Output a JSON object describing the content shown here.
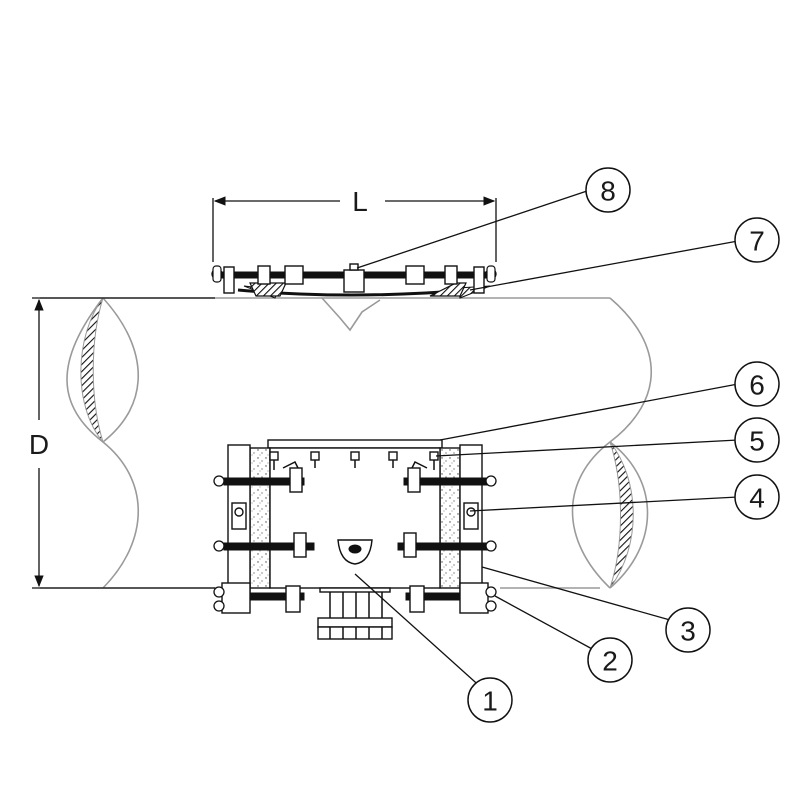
{
  "diagram": {
    "dimensions": {
      "length_label": "L",
      "diameter_label": "D"
    },
    "callouts": [
      "1",
      "2",
      "3",
      "4",
      "5",
      "6",
      "7",
      "8"
    ]
  }
}
